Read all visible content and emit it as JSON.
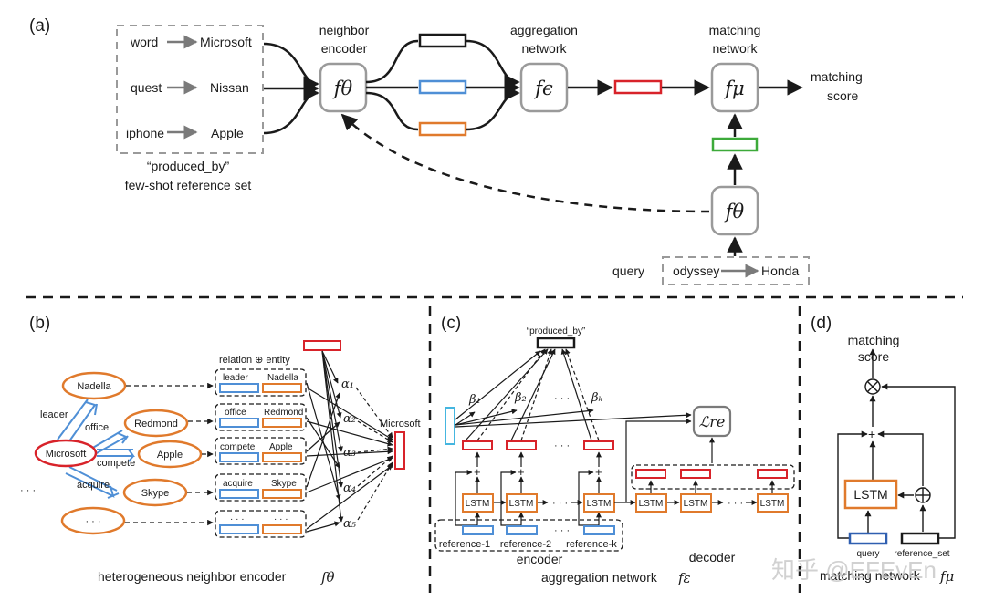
{
  "panels": {
    "a": "(a)",
    "b": "(b)",
    "c": "(c)",
    "d": "(d)"
  },
  "a": {
    "pairs": [
      {
        "head": "word",
        "tail": "Microsoft"
      },
      {
        "head": "quest",
        "tail": "Nissan"
      },
      {
        "head": "iphone",
        "tail": "Apple"
      }
    ],
    "refset_line1": "“produced_by”",
    "refset_line2": "few-shot reference set",
    "neighbor_encoder_l1": "neighbor",
    "neighbor_encoder_l2": "encoder",
    "aggregation_l1": "aggregation",
    "aggregation_l2": "network",
    "matching_l1": "matching",
    "matching_l2": "network",
    "matching_score_l1": "matching",
    "matching_score_l2": "score",
    "query_label": "query",
    "query_head": "odyssey",
    "query_tail": "Honda",
    "f_theta": "fθ",
    "f_epsilon": "fϵ",
    "f_mu": "fμ"
  },
  "b": {
    "nodes": {
      "nadella": "Nadella",
      "redmond": "Redmond",
      "microsoft": "Microsoft",
      "apple": "Apple",
      "skype": "Skype",
      "dots": "· · ·"
    },
    "edges": {
      "leader": "leader",
      "office": "office",
      "compete": "compete",
      "acquire": "acquire"
    },
    "left_dots": "· · ·",
    "relation_entity": "relation ⊕ entity",
    "rows": [
      {
        "rel": "leader",
        "ent": "Nadella",
        "alpha": "α₁"
      },
      {
        "rel": "office",
        "ent": "Redmond",
        "alpha": "α₂"
      },
      {
        "rel": "compete",
        "ent": "Apple",
        "alpha": "α₃"
      },
      {
        "rel": "acquire",
        "ent": "Skype",
        "alpha": "α₄"
      },
      {
        "rel": "· · ·",
        "ent": "· · ·",
        "alpha": "α₅"
      }
    ],
    "output_label": "Microsoft",
    "caption": "heterogeneous  neighbor  encoder",
    "caption_math": "fθ"
  },
  "c": {
    "produced_by": "“produced_by”",
    "betas": [
      "β₁",
      "β₂",
      "βₖ"
    ],
    "dots": "· · ·",
    "loss": "ℒre",
    "lstm": "LSTM",
    "refs": [
      "reference-1",
      "reference-2",
      "reference-k"
    ],
    "encoder": "encoder",
    "decoder": "decoder",
    "caption": "aggregation network",
    "caption_math": "fε"
  },
  "d": {
    "score_l1": "matching",
    "score_l2": "score",
    "lstm": "LSTM",
    "query": "query",
    "reference_set": "reference_set",
    "caption": "matching network",
    "caption_math": "fμ"
  },
  "watermark": "知乎 @EFEvEn",
  "colors": {
    "blue": "#4f8fd6",
    "orange": "#e07a2c",
    "red": "#d8232a",
    "green": "#3daa3a",
    "black": "#1a1a1a",
    "gray": "#9a9a9a",
    "cyan": "#45b6e0"
  }
}
